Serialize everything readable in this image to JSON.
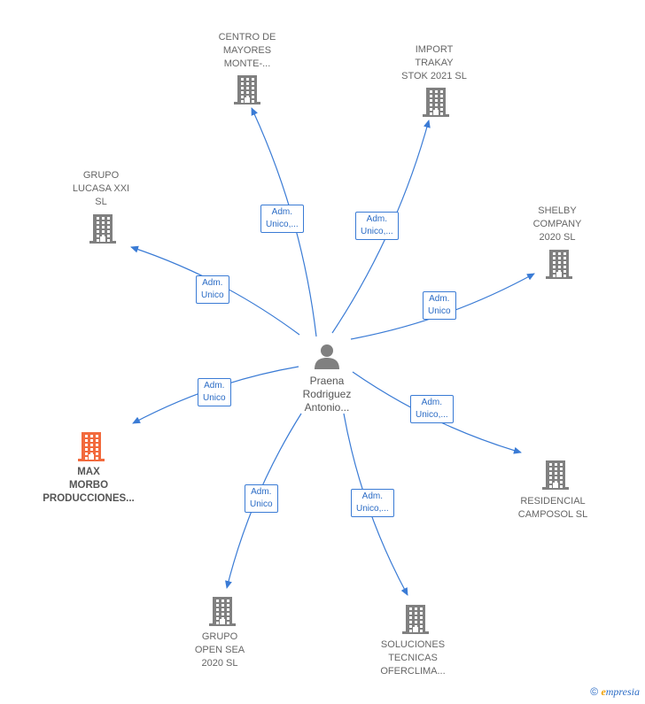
{
  "center": {
    "name_lines": [
      "Praena",
      "Rodriguez",
      "Antonio..."
    ],
    "icon": "person-icon"
  },
  "companies": [
    {
      "id": "centro",
      "lines": [
        "CENTRO DE",
        "MAYORES",
        "MONTE-..."
      ],
      "icon": "building-icon",
      "highlight": false,
      "relation": [
        "Adm.",
        "Unico,..."
      ]
    },
    {
      "id": "import",
      "lines": [
        "IMPORT",
        "TRAKAY",
        "STOK 2021  SL"
      ],
      "icon": "building-icon",
      "highlight": false,
      "relation": [
        "Adm.",
        "Unico,..."
      ]
    },
    {
      "id": "grupo-lucasa",
      "lines": [
        "GRUPO",
        "LUCASA XXI",
        "SL"
      ],
      "icon": "building-icon",
      "highlight": false,
      "relation": [
        "Adm.",
        "Unico"
      ]
    },
    {
      "id": "shelby",
      "lines": [
        "SHELBY",
        "COMPANY",
        "2020  SL"
      ],
      "icon": "building-icon",
      "highlight": false,
      "relation": [
        "Adm.",
        "Unico"
      ]
    },
    {
      "id": "max-morbo",
      "lines": [
        "MAX",
        "MORBO",
        "PRODUCCIONES..."
      ],
      "icon": "building-icon",
      "highlight": true,
      "relation": [
        "Adm.",
        "Unico"
      ]
    },
    {
      "id": "residencial",
      "lines": [
        "RESIDENCIAL",
        "CAMPOSOL  SL"
      ],
      "icon": "building-icon",
      "highlight": false,
      "relation": [
        "Adm.",
        "Unico,..."
      ]
    },
    {
      "id": "grupo-open-sea",
      "lines": [
        "GRUPO",
        "OPEN SEA",
        "2020  SL"
      ],
      "icon": "building-icon",
      "highlight": false,
      "relation": [
        "Adm.",
        "Unico"
      ]
    },
    {
      "id": "soluciones",
      "lines": [
        "SOLUCIONES",
        "TECNICAS",
        "OFERCLIMA..."
      ],
      "icon": "building-icon",
      "highlight": false,
      "relation": [
        "Adm.",
        "Unico,..."
      ]
    }
  ],
  "colors": {
    "edge": "#3a7bd5",
    "building": "#808080",
    "building_highlight": "#f26a3d",
    "person": "#808080"
  },
  "footer": {
    "copyright": "©",
    "brand_initial": "e",
    "brand_rest": "mpresia"
  }
}
